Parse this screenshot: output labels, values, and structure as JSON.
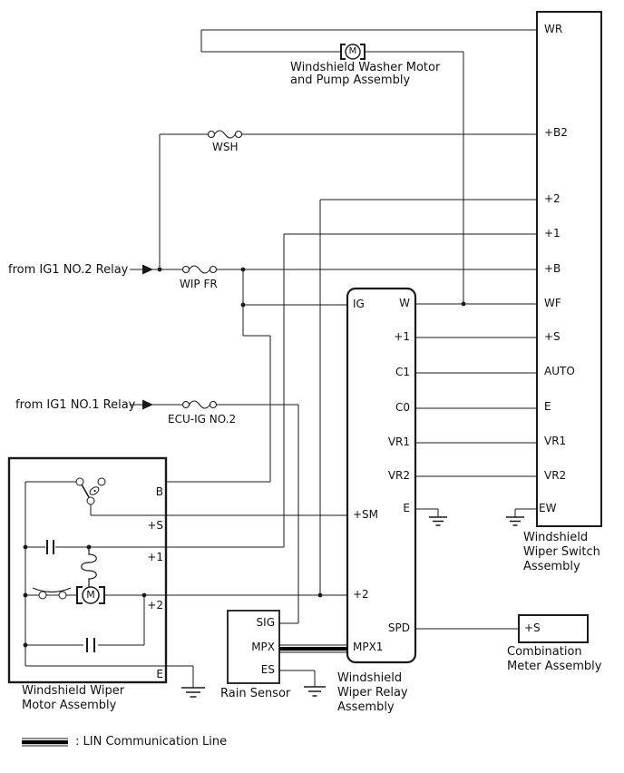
{
  "sources": {
    "ig1_no2": "from IG1 NO.2 Relay",
    "ig1_no1": "from IG1 NO.1 Relay"
  },
  "fuses": {
    "wsh": "WSH",
    "wip_fr": "WIP FR",
    "ecu_ig": "ECU-IG NO.2"
  },
  "washer_motor": {
    "label": [
      "Windshield Washer Motor",
      "and Pump Assembly"
    ],
    "motor_letter": "M"
  },
  "wiper_switch": {
    "label": [
      "Windshield",
      "Wiper Switch",
      "Assembly"
    ],
    "pins": [
      "WR",
      "+B2",
      "+2",
      "+1",
      "+B",
      "WF",
      "+S",
      "AUTO",
      "E",
      "VR1",
      "VR2",
      "EW"
    ]
  },
  "wiper_relay": {
    "label": [
      "Windshield",
      "Wiper Relay",
      "Assembly"
    ],
    "left_pins": [
      "IG",
      "+SM",
      "+2",
      "MPX1"
    ],
    "right_pins": [
      "W",
      "+1",
      "C1",
      "C0",
      "VR1",
      "VR2",
      "E",
      "SPD"
    ]
  },
  "wiper_motor": {
    "label": [
      "Windshield Wiper",
      "Motor Assembly"
    ],
    "pins": [
      "B",
      "+S",
      "+1",
      "+2",
      "E"
    ],
    "motor_letter": "M"
  },
  "rain_sensor": {
    "label": "Rain Sensor",
    "pins": [
      "SIG",
      "MPX",
      "ES"
    ]
  },
  "combination_meter": {
    "label": [
      "Combination",
      "Meter Assembly"
    ],
    "pins": [
      "+S"
    ]
  },
  "legend": {
    "lin": ": LIN Communication Line"
  },
  "colors": {
    "line": "#1a1a1a",
    "background": "#ffffff"
  }
}
